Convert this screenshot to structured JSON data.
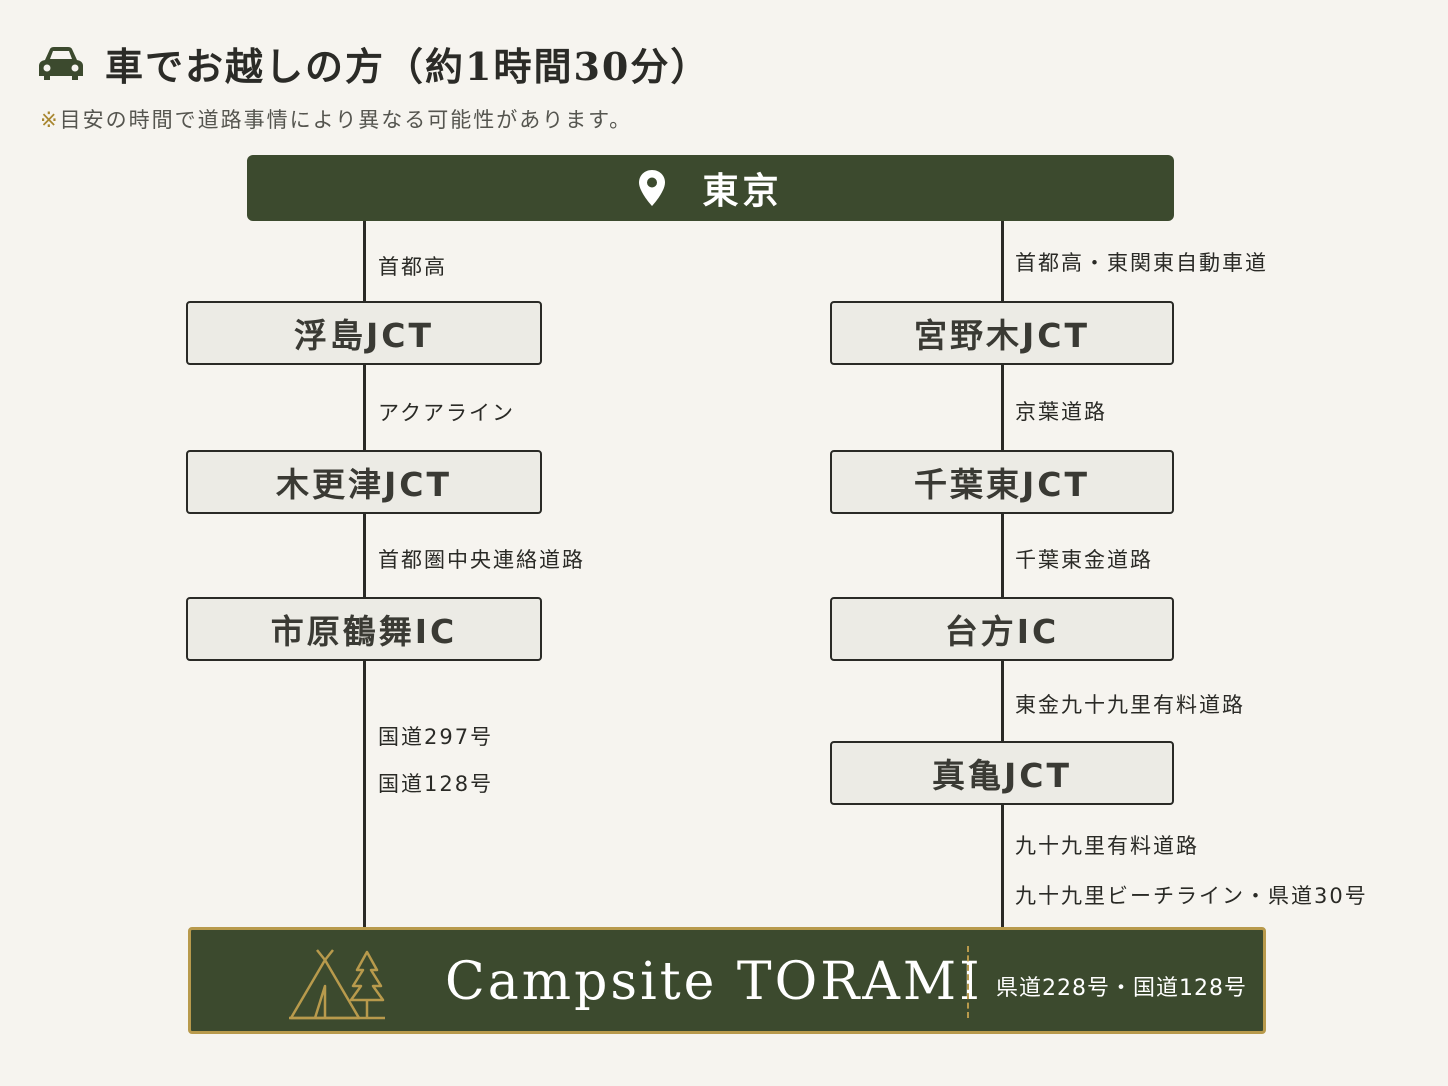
{
  "header": {
    "title": "車でお越しの方（約1時間30分）",
    "note_mark": "※",
    "note": "目安の時間で道路事情により異なる可能性があります。"
  },
  "origin": {
    "label": "東京"
  },
  "left_route": {
    "road_1": "首都高",
    "node_1": "浮島JCT",
    "road_2": "アクアライン",
    "node_2": "木更津JCT",
    "road_3": "首都圏中央連絡道路",
    "node_3": "市原鶴舞IC",
    "road_4a": "国道297号",
    "road_4b": "国道128号"
  },
  "right_route": {
    "road_1": "首都高・東関東自動車道",
    "node_1": "宮野木JCT",
    "road_2": "京葉道路",
    "node_2": "千葉東JCT",
    "road_3": "千葉東金道路",
    "node_3": "台方IC",
    "road_4": "東金九十九里有料道路",
    "node_4": "真亀JCT",
    "road_5a": "九十九里有料道路",
    "road_5b": "九十九里ビーチライン・県道30号"
  },
  "destination": {
    "name": "Campsite TORAMI",
    "road": "県道228号・国道128号"
  },
  "colors": {
    "dark_green": "#3c4a2e",
    "gold": "#b89a4c",
    "background": "#f6f4ef",
    "node_fill": "#ecebe5"
  },
  "icons": [
    "car-icon",
    "map-pin-icon",
    "tent-tree-icon"
  ]
}
